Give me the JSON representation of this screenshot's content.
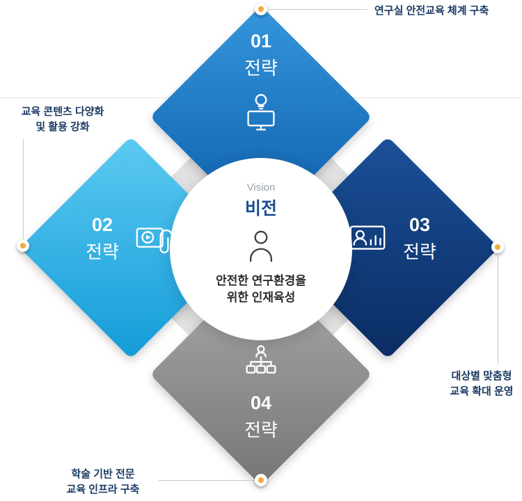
{
  "center": {
    "vision_label_en": "Vision",
    "vision_label_ko": "비전",
    "person_icon": "person-icon",
    "statement_line1": "안전한 연구환경을",
    "statement_line2": "위한 인재육성"
  },
  "diamonds": [
    {
      "position": "top",
      "number": "01",
      "label": "전략",
      "icon": "lightbulb-monitor-icon",
      "color": "#1877c5"
    },
    {
      "position": "left",
      "number": "02",
      "label": "전략",
      "icon": "video-paperclip-icon",
      "color": "#2fb0e4"
    },
    {
      "position": "right",
      "number": "03",
      "label": "전략",
      "icon": "person-chart-icon",
      "color": "#0f3e7e"
    },
    {
      "position": "bottom",
      "number": "04",
      "label": "전략",
      "icon": "org-chart-icon",
      "color": "#8d8d8d"
    }
  ],
  "callouts": [
    {
      "position": "top-right",
      "lines": [
        "연구실 안전교육 체계 구축"
      ]
    },
    {
      "position": "left",
      "lines": [
        "교육 콘텐츠 다양화",
        "및 활용 강화"
      ]
    },
    {
      "position": "right",
      "lines": [
        "대상별 맞춤형",
        "교육 확대 운영"
      ]
    },
    {
      "position": "bottom-left",
      "lines": [
        "학술 기반 전문",
        "교육 인프라 구축"
      ]
    }
  ],
  "colors": {
    "callout_text": "#1b3a64",
    "dot_accent": "#f2a93b",
    "vision_ko_text": "#1b4c94",
    "backdrop_gray": "#e0e0e0"
  }
}
